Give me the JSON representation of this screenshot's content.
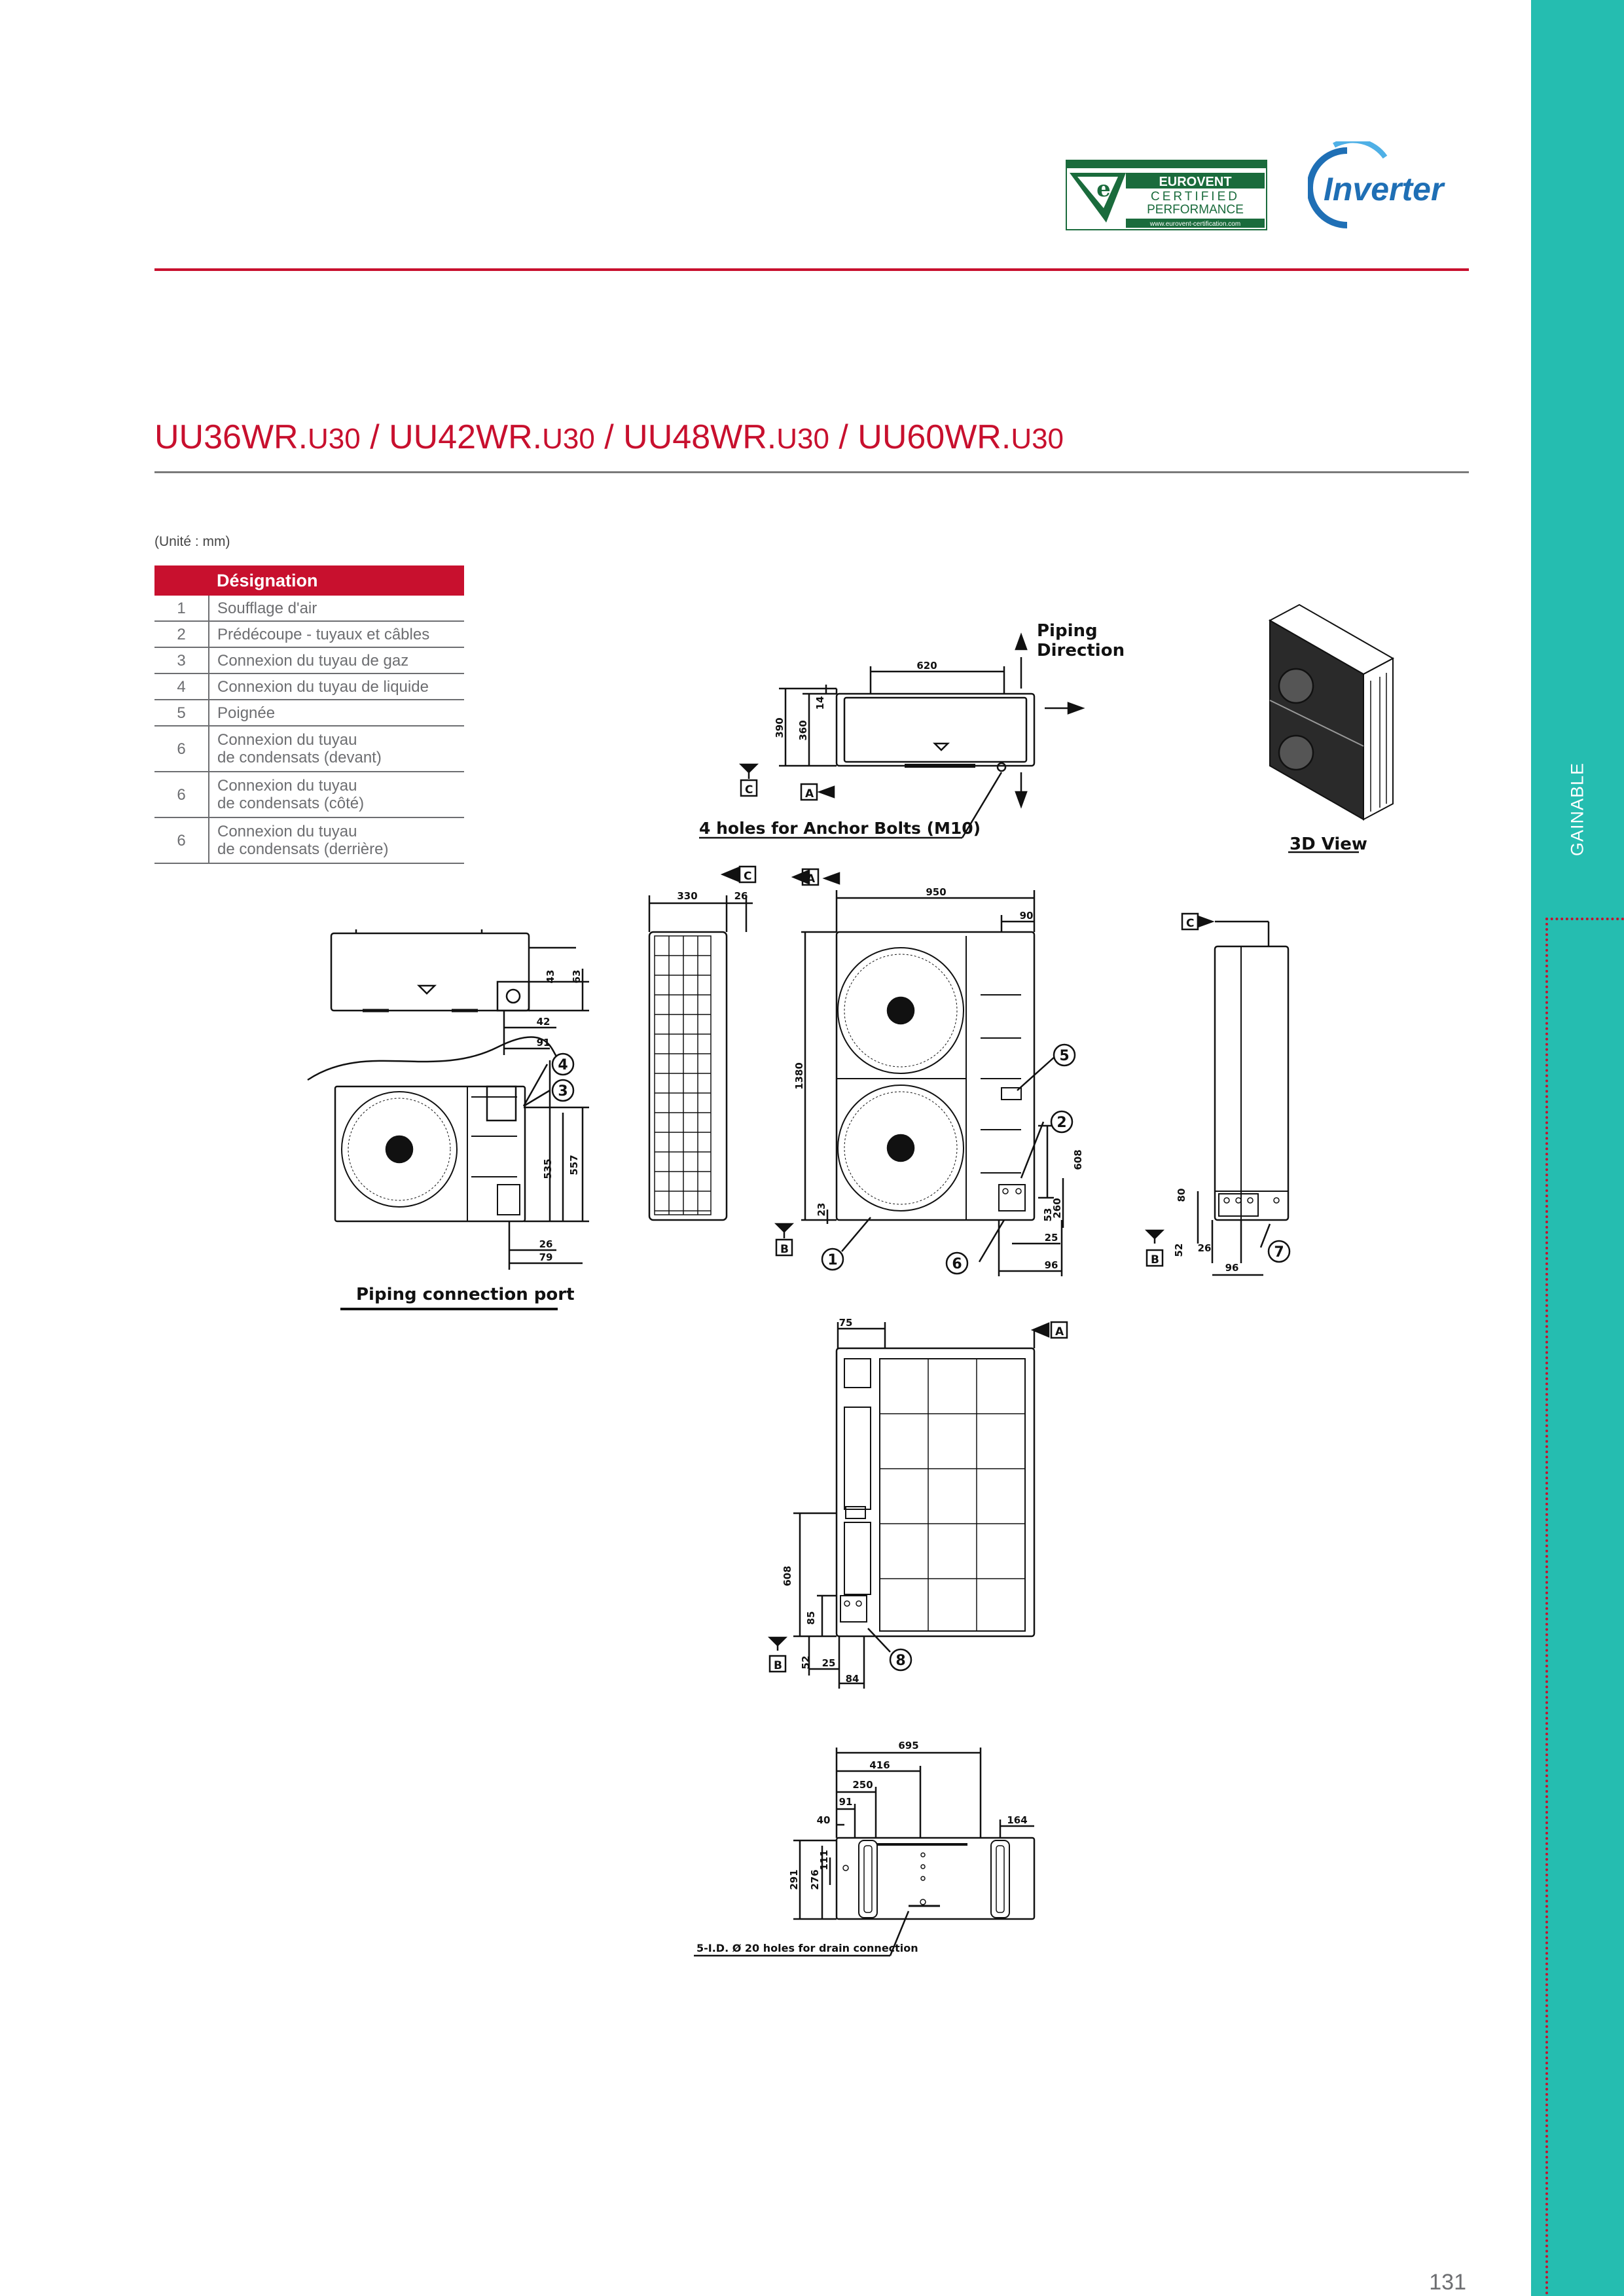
{
  "title": {
    "parts": [
      {
        "main": "UU36WR.",
        "small": "U30"
      },
      {
        "main": " / UU42WR.",
        "small": "U30"
      },
      {
        "main": " / UU48WR.",
        "small": "U30"
      },
      {
        "main": " / UU60WR.",
        "small": "U30"
      }
    ]
  },
  "logos": {
    "eurovent_lines": [
      "EUROVENT",
      "CERTIFIED",
      "PERFORMANCE"
    ],
    "eurovent_url": "www.eurovent-certification.com",
    "inverter": "Inverter"
  },
  "unit_note": "(Unité : mm)",
  "table": {
    "header": "Désignation",
    "rows": [
      {
        "num": "1",
        "lines": [
          "Soufflage d'air"
        ]
      },
      {
        "num": "2",
        "lines": [
          "Prédécoupe - tuyaux et câbles"
        ]
      },
      {
        "num": "3",
        "lines": [
          "Connexion du tuyau de gaz"
        ]
      },
      {
        "num": "4",
        "lines": [
          "Connexion du tuyau de liquide"
        ]
      },
      {
        "num": "5",
        "lines": [
          "Poignée"
        ]
      },
      {
        "num": "6",
        "lines": [
          "Connexion du tuyau",
          "de condensats (devant)"
        ]
      },
      {
        "num": "6",
        "lines": [
          "Connexion du tuyau",
          "de condensats (côté)"
        ]
      },
      {
        "num": "6",
        "lines": [
          "Connexion du tuyau",
          "de condensats (derrière)"
        ]
      }
    ]
  },
  "drawing": {
    "piping_direction": [
      "Piping",
      "Direction"
    ],
    "anchor_bolts": "4 holes for Anchor Bolts (M10)",
    "view_3d": "3D View",
    "piping_port": "Piping connection port",
    "drain_holes": "5-I.D. Ø 20 holes for drain connection",
    "refs": {
      "a": "A",
      "b": "B",
      "c": "C"
    },
    "callouts": [
      "1",
      "2",
      "3",
      "4",
      "5",
      "6",
      "7",
      "8"
    ],
    "dims": {
      "d620": "620",
      "d390": "390",
      "d360": "360",
      "d14": "14",
      "d330": "330",
      "d26": "26",
      "d950": "950",
      "d90": "90",
      "d1380": "1380",
      "d23": "23",
      "d608": "608",
      "d260": "260",
      "d53": "53",
      "d25": "25",
      "d96": "96",
      "d43": "43",
      "d63": "63",
      "d42": "42",
      "d91": "91",
      "d535": "535",
      "d557": "557",
      "d79": "79",
      "d80": "80",
      "d52": "52",
      "d75": "75",
      "d85": "85",
      "d84": "84",
      "d695": "695",
      "d416": "416",
      "d250": "250",
      "d40": "40",
      "d164": "164",
      "d111": "111",
      "d291": "291",
      "d276": "276"
    }
  },
  "side_label": "GAINABLE",
  "page_number": "131",
  "colors": {
    "accent": "#c8102e",
    "band": "#25bdb0",
    "eurovent": "#1a6b3c",
    "inverter": "#1f6fb5"
  }
}
